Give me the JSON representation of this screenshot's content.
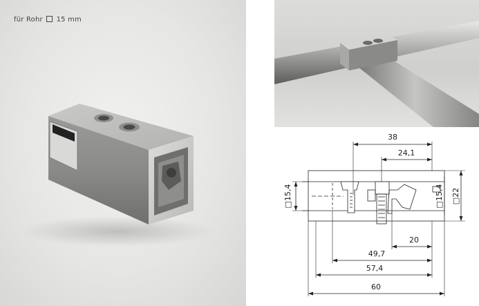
{
  "caption": {
    "prefix": "für Rohr",
    "size": "15 mm"
  },
  "drawing": {
    "dimensions": {
      "d38": "38",
      "d24": "24,1",
      "tube_left": "□15,4",
      "tube_right": "□15,4",
      "outer": "□22",
      "d20": "20",
      "d49": "49,7",
      "d57": "57,4",
      "d60": "60"
    }
  }
}
